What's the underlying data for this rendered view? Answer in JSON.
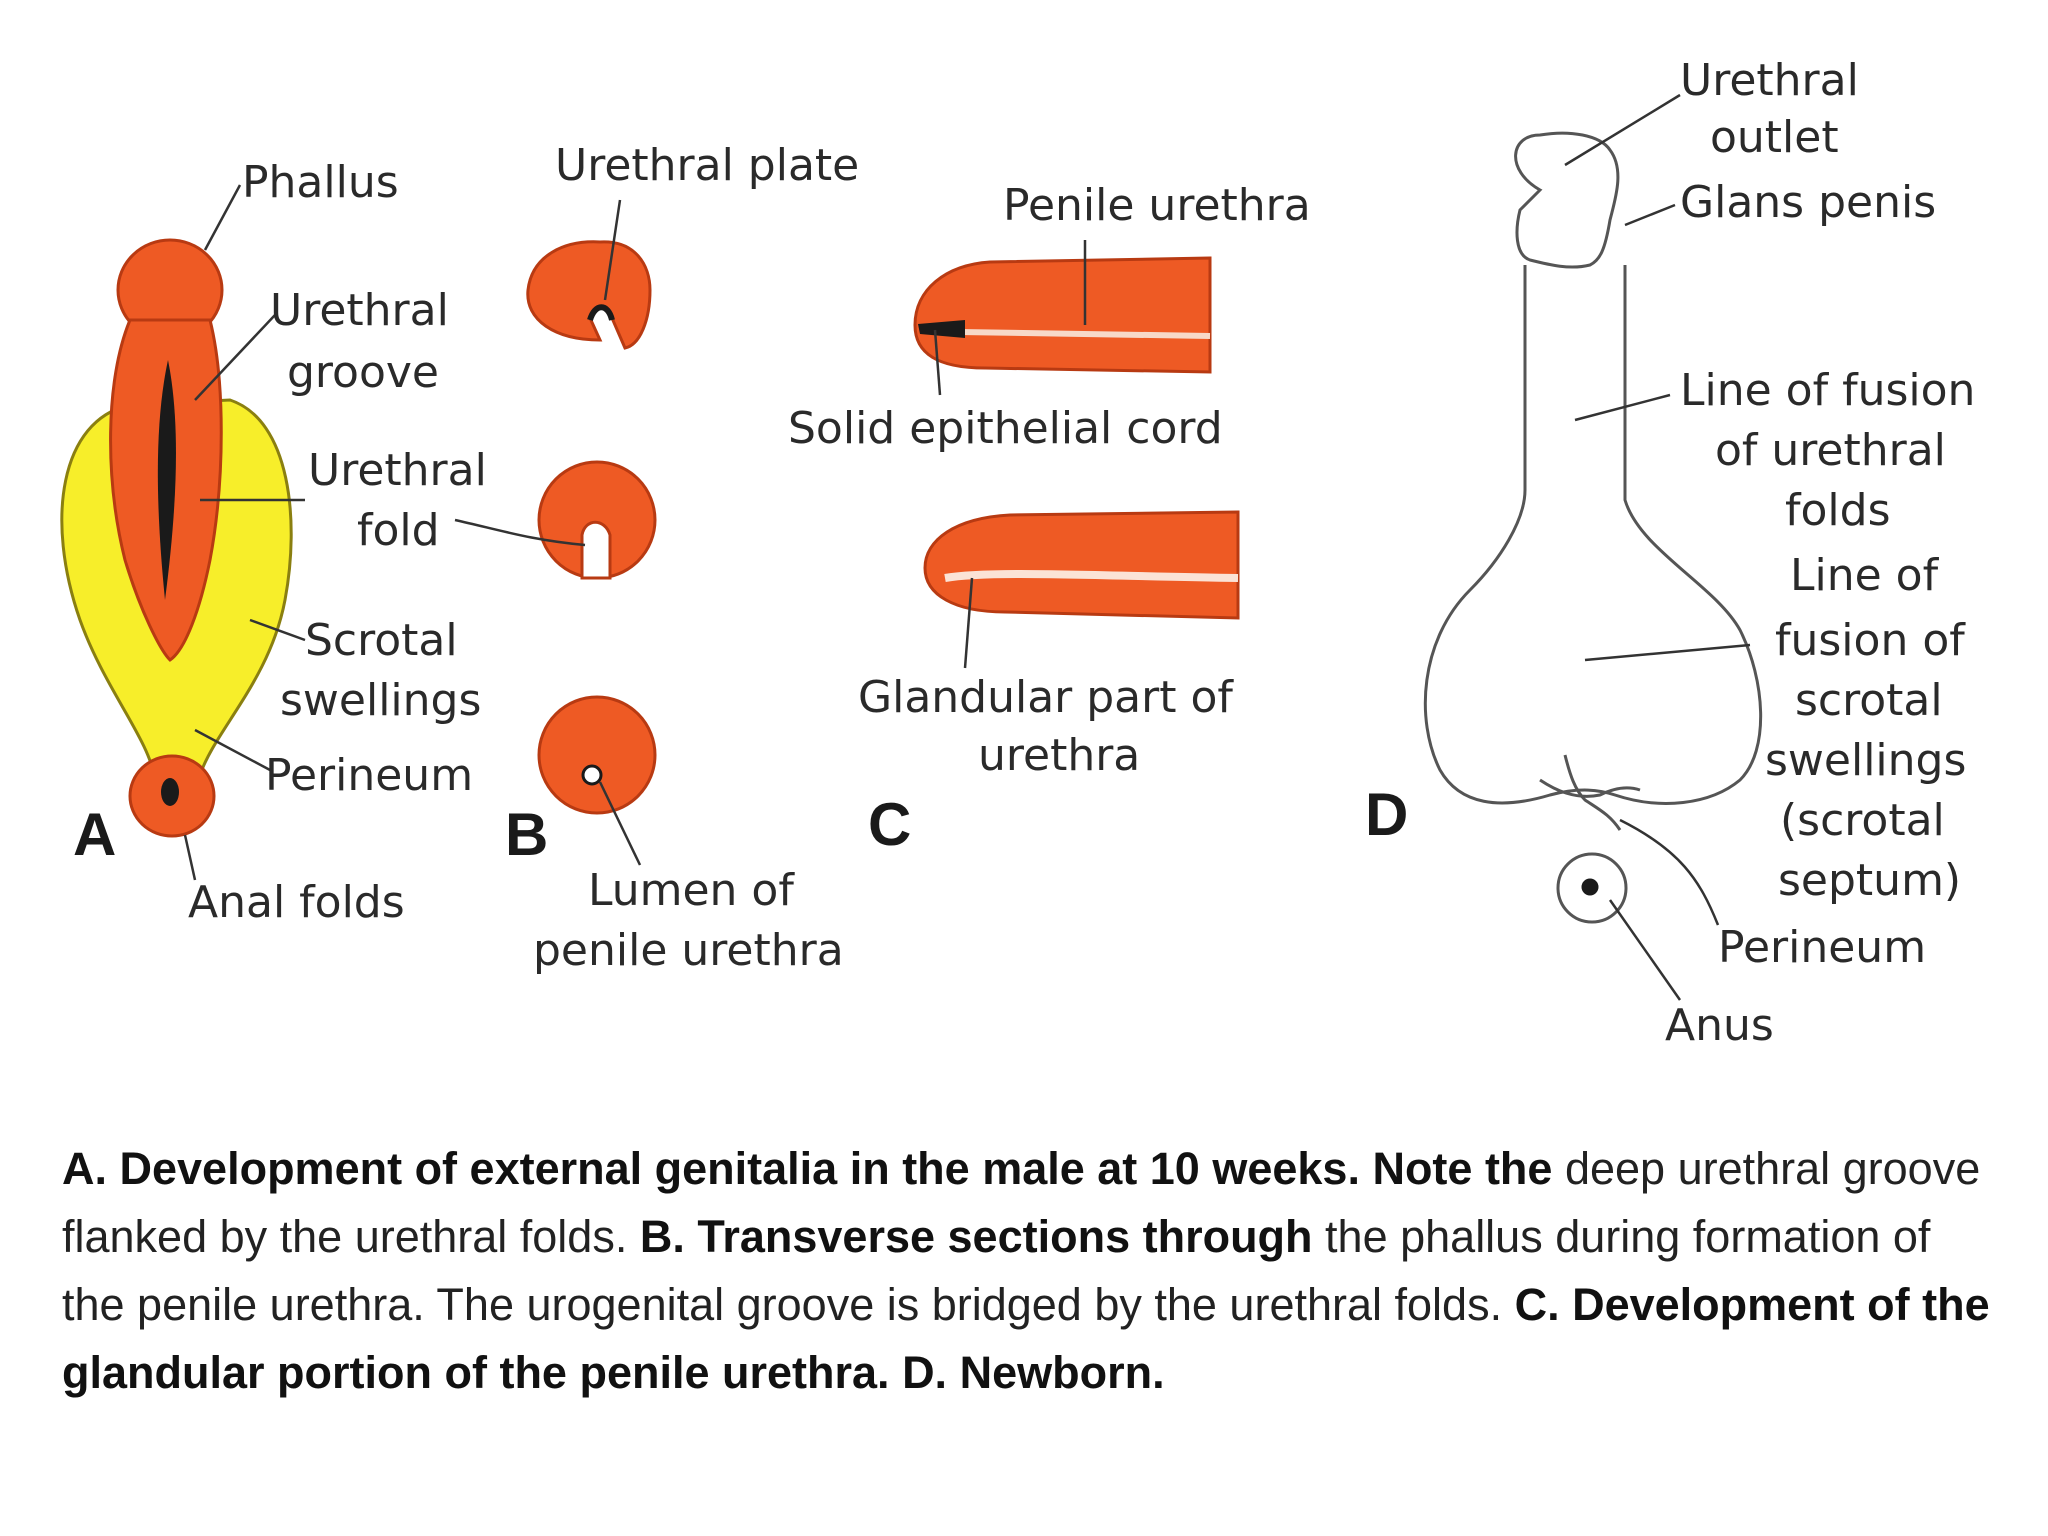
{
  "colors": {
    "tissue": "#EE5A24",
    "tissue_stroke": "#B83A12",
    "swelling": "#F7EE2A",
    "line": "#333333",
    "outline": "#555555"
  },
  "panels": {
    "a": "A",
    "b": "B",
    "c": "C",
    "d": "D"
  },
  "labels": {
    "phallus": "Phallus",
    "urethral_groove_1": "Urethral",
    "urethral_groove_2": "groove",
    "urethral_fold_1": "Urethral",
    "urethral_fold_2": "fold",
    "scrotal_swellings_1": "Scrotal",
    "scrotal_swellings_2": "swellings",
    "perineum_a": "Perineum",
    "anal_folds": "Anal folds",
    "urethral_plate": "Urethral plate",
    "lumen_1": "Lumen of",
    "lumen_2": "penile urethra",
    "penile_urethra": "Penile urethra",
    "solid_cord": "Solid epithelial cord",
    "glandular_1": "Glandular part of",
    "glandular_2": "urethra",
    "urethral_outlet_1": "Urethral",
    "urethral_outlet_2": "outlet",
    "glans_penis": "Glans penis",
    "fusion_urethral_1": "Line of fusion",
    "fusion_urethral_2": "of urethral",
    "fusion_urethral_3": "folds",
    "fusion_scrotal_1": "Line of",
    "fusion_scrotal_2": "fusion of",
    "fusion_scrotal_3": "scrotal",
    "fusion_scrotal_4": "swellings",
    "fusion_scrotal_5": "(scrotal",
    "fusion_scrotal_6": "septum)",
    "perineum_d": "Perineum",
    "anus": "Anus"
  },
  "caption": {
    "a_bold": "A. Development of external genitalia in the male at 10 weeks. Note the",
    "a_text": " deep urethral groove flanked by the urethral folds. ",
    "b_bold": "B. Transverse sections through",
    "b_text": " the phallus during formation of the penile urethra. The urogenital groove is bridged by the urethral folds. ",
    "c_bold": "C. Development of the glandular portion of the penile urethra.",
    "d_bold": "D. Newborn."
  }
}
